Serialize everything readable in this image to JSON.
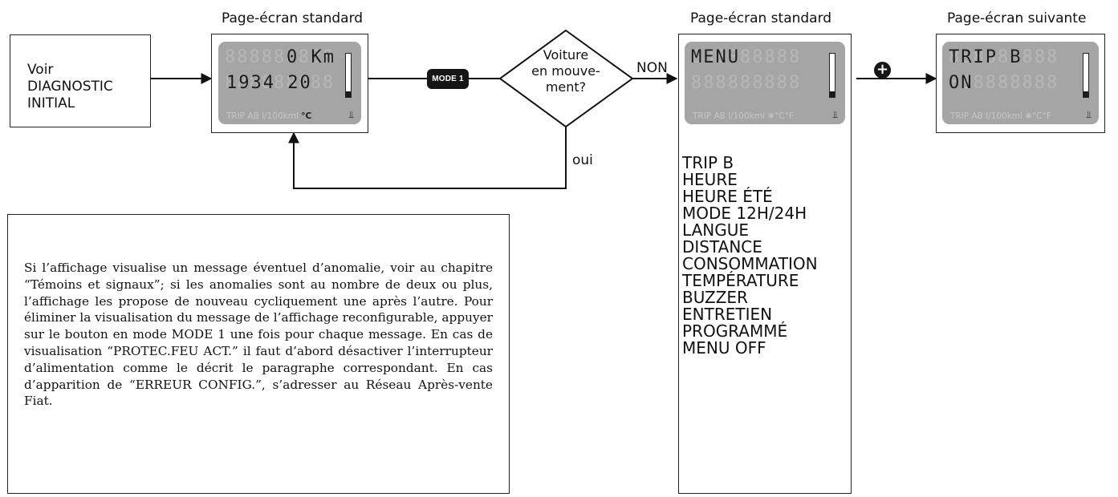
{
  "start_box": {
    "lines": [
      "Voir",
      "DIAGNOSTIC",
      "INITIAL"
    ]
  },
  "screens": [
    {
      "title": "Page-écran standard",
      "row1_text": "0 Km",
      "row2_text": "1934  20",
      "indicators": "TRIP AB l/100kml",
      "indicator_on": "°C"
    },
    {
      "title": "Page-écran standard",
      "row1_text": "MENU",
      "row2_text": "",
      "indicators": "TRIP AB l/100kml ❅°C°F",
      "indicator_on": ""
    },
    {
      "title": "Page-écran suivante",
      "row1_text": "TRIP B",
      "row2_text": "ON",
      "indicators": "TRIP AB l/100kml ❅°C°F",
      "indicator_on": ""
    }
  ],
  "mode_button": "MODE 1",
  "decision": {
    "lines": [
      "Voiture",
      "en mouve-",
      "ment?"
    ],
    "no_label": "NON",
    "yes_label": "oui"
  },
  "menu_items": [
    "TRIP B",
    "HEURE",
    "HEURE ÉTÉ",
    "MODE 12H/24H",
    "LANGUE",
    "DISTANCE",
    "CONSOMMATION",
    "TEMPÉRATURE",
    "BUZZER",
    "ENTRETIEN",
    "PROGRAMMÉ",
    "MENU OFF"
  ],
  "plus_label": "+",
  "note": "Si l’affichage visualise un message éventuel d’anomalie, voir au chapitre “Témoins et signaux”; si les anomalies sont au nombre de deux ou plus, l’affichage les propose de nouveau cycliquement une après l’autre. Pour éliminer la visualisation du message de l’affichage reconfigurable, appuyer sur le bouton en mode MODE 1 une fois pour chaque message. En cas de visualisation “PROTEC.FEU ACT.” il faut d’abord désactiver l’interrupteur d’alimentation comme le décrit le paragraphe correspondant. En cas d’apparition de “ERREUR CONFIG.”, s’adresser au Réseau Après-vente Fiat."
}
